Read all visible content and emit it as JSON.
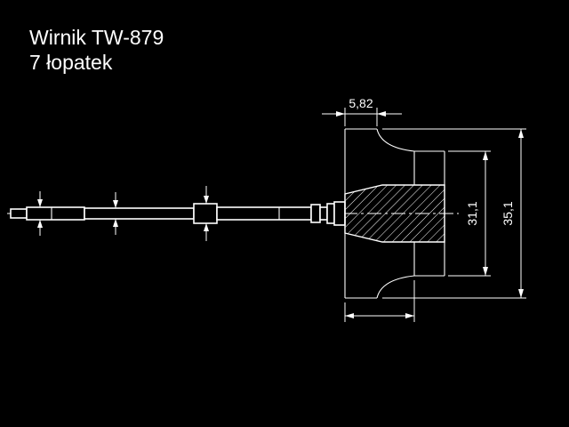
{
  "title": {
    "line1": "Wirnik TW-879",
    "line2": "7 łopatek"
  },
  "dimensions": {
    "top_width": "5,82",
    "diameter_inner": "31,1",
    "diameter_outer": "35,1"
  },
  "colors": {
    "background": "#000000",
    "lines": "#ffffff",
    "text": "#ffffff"
  }
}
